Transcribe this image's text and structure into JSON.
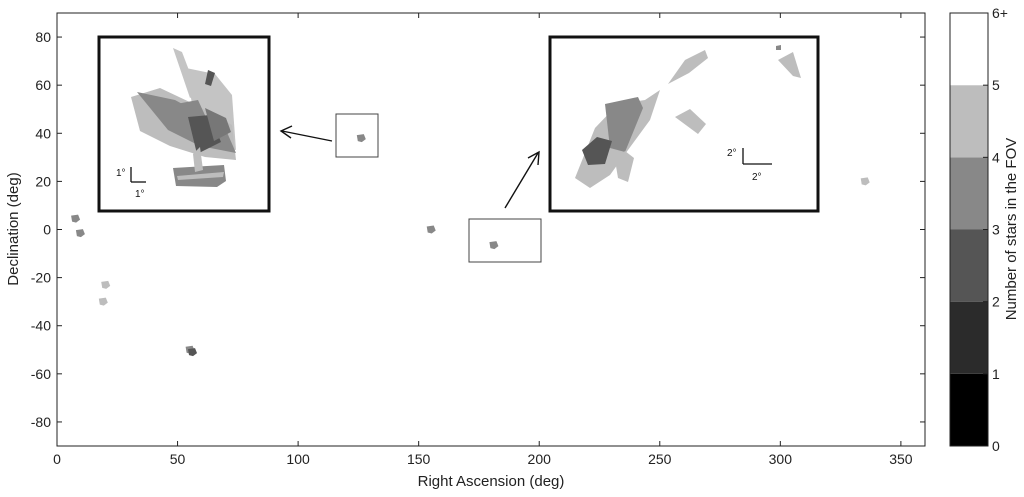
{
  "chart_data": {
    "type": "heatmap",
    "title": "",
    "xlabel": "Right Ascension (deg)",
    "ylabel": "Declination (deg)",
    "xlim": [
      0,
      360
    ],
    "ylim": [
      -90,
      90
    ],
    "xticks": [
      0,
      50,
      100,
      150,
      200,
      250,
      300,
      350
    ],
    "yticks": [
      -80,
      -60,
      -40,
      -20,
      0,
      20,
      40,
      60,
      80
    ],
    "grid": false,
    "colorbar": {
      "label": "Number of stars in the FOV",
      "levels": [
        {
          "from": 0,
          "to": 1,
          "color": "#000000"
        },
        {
          "from": 1,
          "to": 2,
          "color": "#2b2b2b"
        },
        {
          "from": 2,
          "to": 3,
          "color": "#555555"
        },
        {
          "from": 3,
          "to": 4,
          "color": "#888888"
        },
        {
          "from": 4,
          "to": 5,
          "color": "#bdbdbd"
        },
        {
          "from": 5,
          "to": 6,
          "color": "#ffffff"
        }
      ],
      "tick_labels": [
        "0",
        "1",
        "2",
        "3",
        "4",
        "5",
        "6+"
      ]
    },
    "regions": [
      {
        "ra": 7.5,
        "dec": 4.5,
        "level": 3
      },
      {
        "ra": 9.5,
        "dec": -1.5,
        "level": 3
      },
      {
        "ra": 19,
        "dec": -30,
        "level": 4
      },
      {
        "ra": 20,
        "dec": -23,
        "level": 4
      },
      {
        "ra": 55,
        "dec": -50,
        "level": 3
      },
      {
        "ra": 56,
        "dec": -51,
        "level": 2
      },
      {
        "ra": 126,
        "dec": 38,
        "level": 3
      },
      {
        "ra": 155,
        "dec": 0,
        "level": 3
      },
      {
        "ra": 181,
        "dec": -6.5,
        "level": 3
      },
      {
        "ra": 335,
        "dec": 20,
        "level": 4
      }
    ],
    "insets": [
      {
        "region_box": {
          "ra": [
            115,
            133
          ],
          "dec": [
            30,
            48
          ]
        },
        "scale_labels": [
          "1°",
          "1°"
        ]
      },
      {
        "region_box": {
          "ra": [
            170,
            200
          ],
          "dec": [
            -14,
            4
          ]
        },
        "scale_labels": [
          "2°",
          "2°"
        ]
      }
    ]
  }
}
